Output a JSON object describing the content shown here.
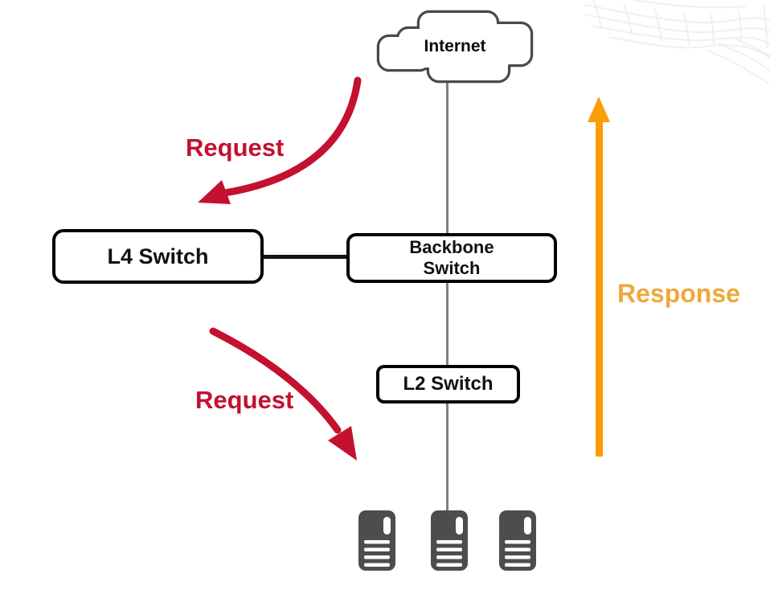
{
  "diagram": {
    "nodes": {
      "internet": {
        "label": "Internet"
      },
      "l4_switch": {
        "label": "L4 Switch"
      },
      "backbone_switch": {
        "label_line1": "Backbone",
        "label_line2": "Switch"
      },
      "l2_switch": {
        "label": "L2 Switch"
      }
    },
    "flow_labels": {
      "request_top": "Request",
      "request_bottom": "Request",
      "response": "Response"
    },
    "server_count": 3,
    "colors": {
      "request_red": "#C3112F",
      "response_orange": "#FB9D07",
      "response_text_orange": "#EFA83B",
      "cloud_border_gray": "#4A4A4A",
      "server_gray": "#4D4D4D",
      "link_line_gray": "#808080",
      "node_border_black": "#000000"
    }
  }
}
